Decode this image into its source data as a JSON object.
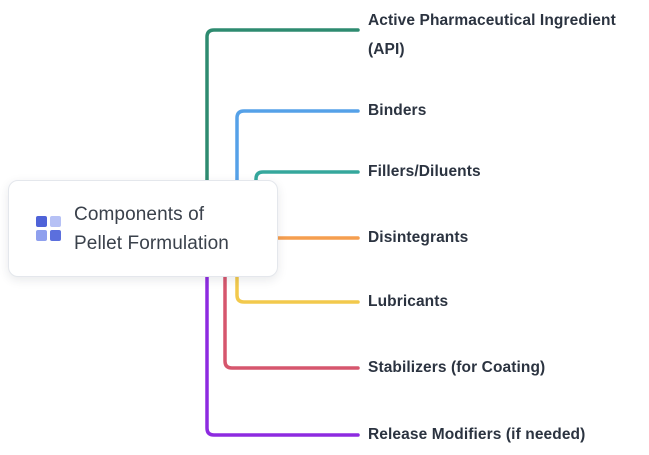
{
  "root": {
    "title": "Components of Pellet Formulation",
    "icon": "blocks-icon"
  },
  "branches": [
    {
      "label": "Active Pharmaceutical Ingredient (API)",
      "color": "#2e8b70"
    },
    {
      "label": "Binders",
      "color": "#55a1e8"
    },
    {
      "label": "Fillers/Diluents",
      "color": "#35a79c"
    },
    {
      "label": "Disintegrants",
      "color": "#f59e4f"
    },
    {
      "label": "Lubricants",
      "color": "#f2c94c"
    },
    {
      "label": "Stabilizers (for Coating)",
      "color": "#d6566d"
    },
    {
      "label": "Release Modifiers (if needed)",
      "color": "#8d2be0"
    }
  ]
}
